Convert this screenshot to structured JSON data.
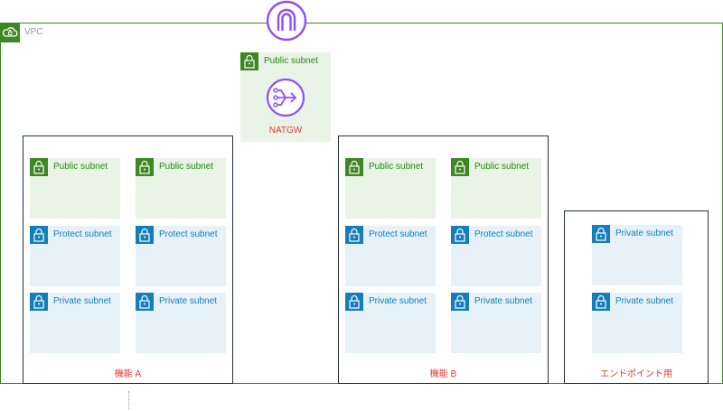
{
  "vpc": {
    "label": "VPC"
  },
  "natgw": {
    "subnet_label": "Public subnet",
    "label": "NATGW"
  },
  "groups": [
    {
      "label": "機能 A",
      "subnets": [
        {
          "type": "public",
          "label": "Public subnet"
        },
        {
          "type": "public",
          "label": "Public subnet"
        },
        {
          "type": "protect",
          "label": "Protect subnet"
        },
        {
          "type": "protect",
          "label": "Protect subnet"
        },
        {
          "type": "private",
          "label": "Private subnet"
        },
        {
          "type": "private",
          "label": "Private subnet"
        }
      ]
    },
    {
      "label": "機能 B",
      "subnets": [
        {
          "type": "public",
          "label": "Public subnet"
        },
        {
          "type": "public",
          "label": "Public subnet"
        },
        {
          "type": "protect",
          "label": "Protect subnet"
        },
        {
          "type": "protect",
          "label": "Protect subnet"
        },
        {
          "type": "private",
          "label": "Private subnet"
        },
        {
          "type": "private",
          "label": "Private subnet"
        }
      ]
    },
    {
      "label": "エンドポイント用",
      "subnets": [
        {
          "type": "private",
          "label": "Private subnet"
        },
        {
          "type": "private",
          "label": "Private subnet"
        }
      ]
    }
  ],
  "colors": {
    "vpc_border": "#3f8624",
    "public_fill": "#e9f3e6",
    "private_fill": "#e6f2f8",
    "public_accent": "#3f8624",
    "private_accent": "#147eba",
    "gateway_purple": "#8c4fff",
    "group_label": "#e33b2e"
  },
  "icons": {
    "vpc": "cloud-lock-icon",
    "igw": "internet-gateway-icon",
    "natgw": "nat-gateway-icon",
    "subnet": "padlock-icon"
  }
}
